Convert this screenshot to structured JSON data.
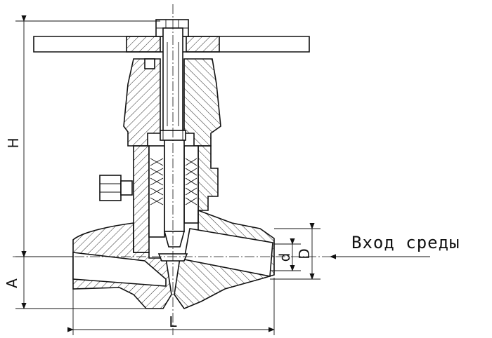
{
  "labels": {
    "inlet": "Вход среды",
    "height": "H",
    "axis_offset": "A",
    "length": "L",
    "inner_diameter": "d",
    "outer_diameter": "D"
  },
  "colors": {
    "line": "#111111",
    "background": "#ffffff"
  }
}
